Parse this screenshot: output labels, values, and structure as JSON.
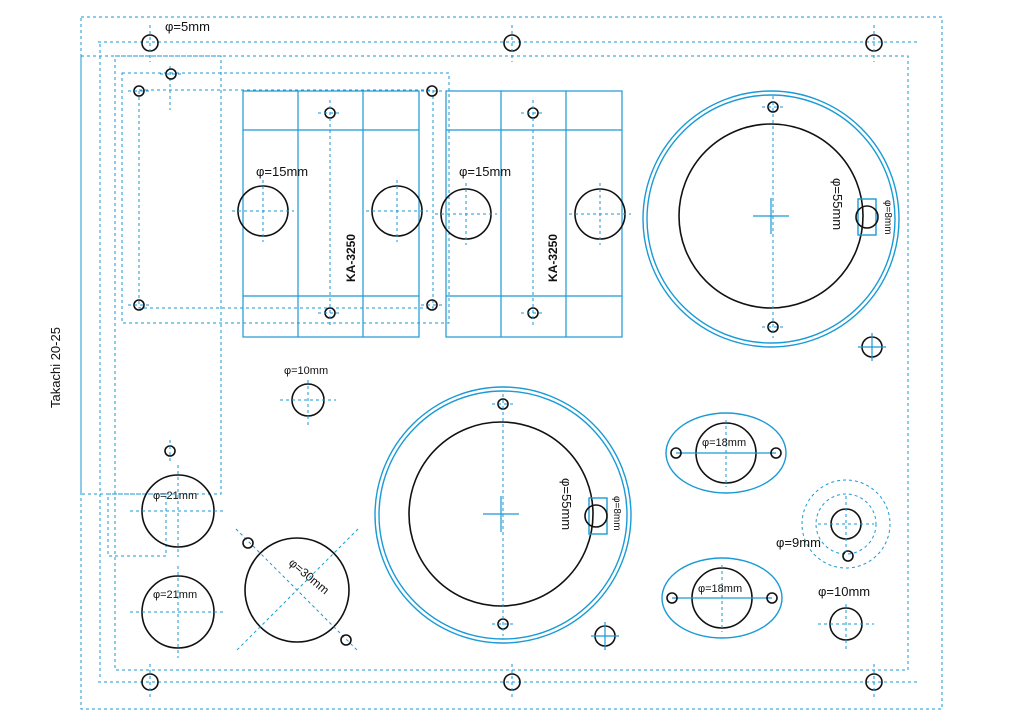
{
  "panel": {
    "maker_label": "Takachi 20-25",
    "module_label": "KA-3250",
    "colors": {
      "line": "#1a9ad6",
      "hole": "#111111"
    }
  },
  "labels": {
    "mount_hole": "φ=5mm",
    "pot_15": "φ=15mm",
    "speaker_55": "φ=55mm",
    "hole_8": "φ=8mm",
    "hole_10": "φ=10mm",
    "hole_18": "φ=18mm",
    "hole_21": "φ=21mm",
    "hole_30": "φ=30mm",
    "hole_9": "φ=9mm"
  }
}
